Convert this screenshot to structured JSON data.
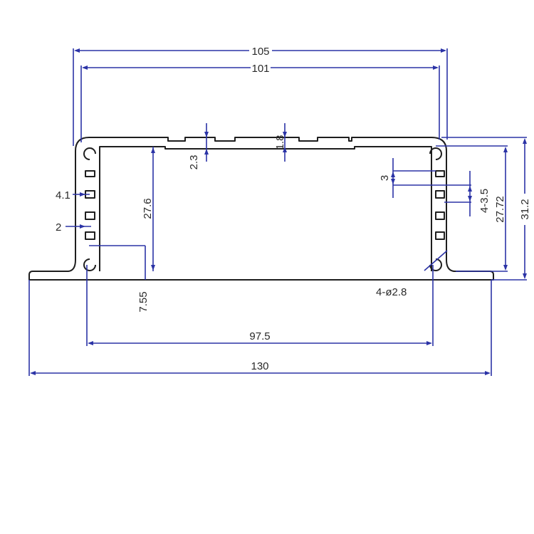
{
  "dimensions": {
    "outer_width": "105",
    "inner_width": "101",
    "slot_depth": "2.3",
    "top_groove": "1.8",
    "inner_height": "27.6",
    "slot_pitch": "4.1",
    "slot_width": "2",
    "bottom_offset": "7.55",
    "hole_spacing": "97.5",
    "flange_width": "130",
    "slot_height": "3",
    "slot_spacing": "4-3.5",
    "right_inner_height": "27.72",
    "total_height": "31.2",
    "hole_diameter": "4-ø2.8"
  },
  "colors": {
    "dimension_line": "#2b33a6",
    "outline": "#1e1e1e",
    "label": "#2a2a2a"
  }
}
